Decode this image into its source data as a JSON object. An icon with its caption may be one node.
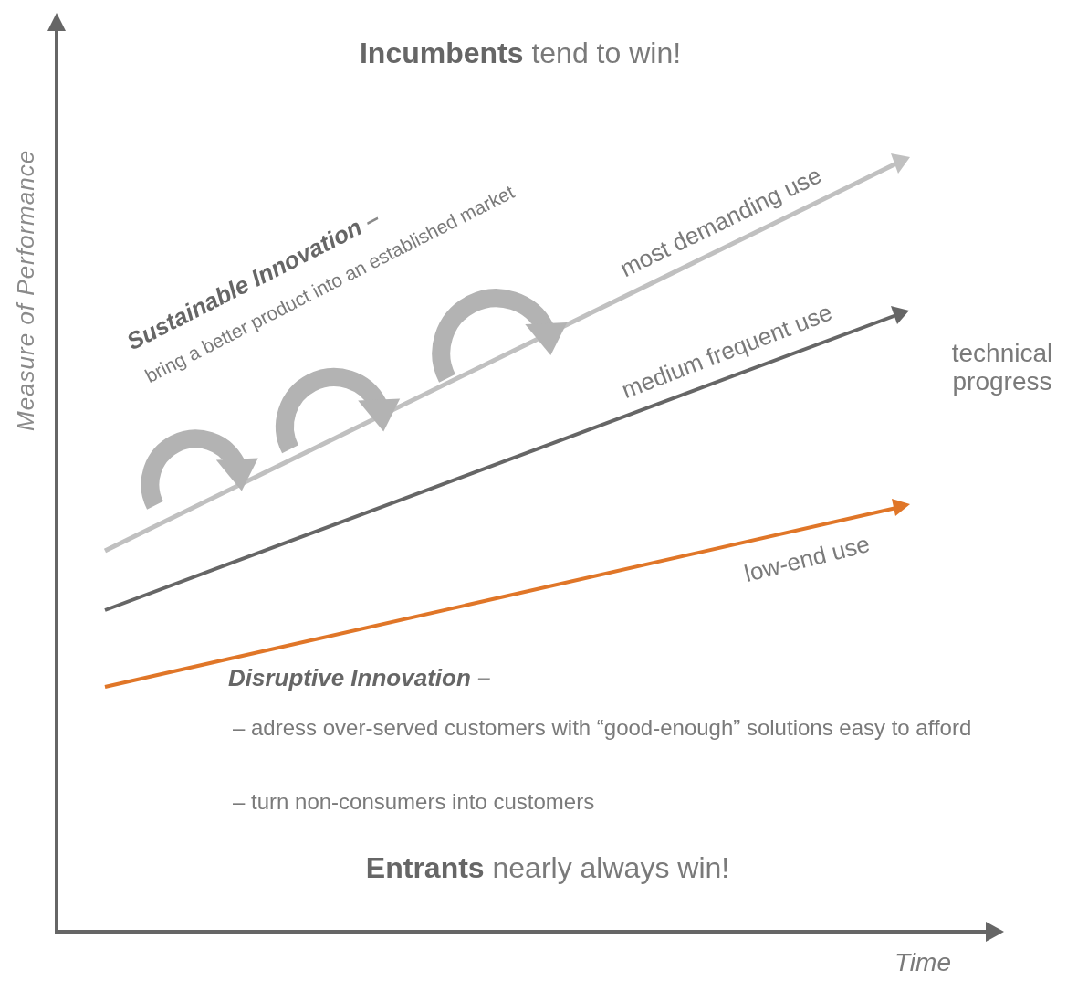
{
  "diagram": {
    "labels": [
      "**Incumbents** tend to win!",
      "Measure of Performance",
      "**Sustainable Innovation** –",
      "bring a better product into an established market",
      "most demanding use",
      "medium frequent use",
      "technical progress",
      "low-end use",
      "**Disruptive Innovation** –",
      "– adress over-served customers with “good-enough” solutions easy to afford",
      "– turn non-consumers into customers",
      "**Entrants** nearly always win!",
      "Time"
    ]
  }
}
